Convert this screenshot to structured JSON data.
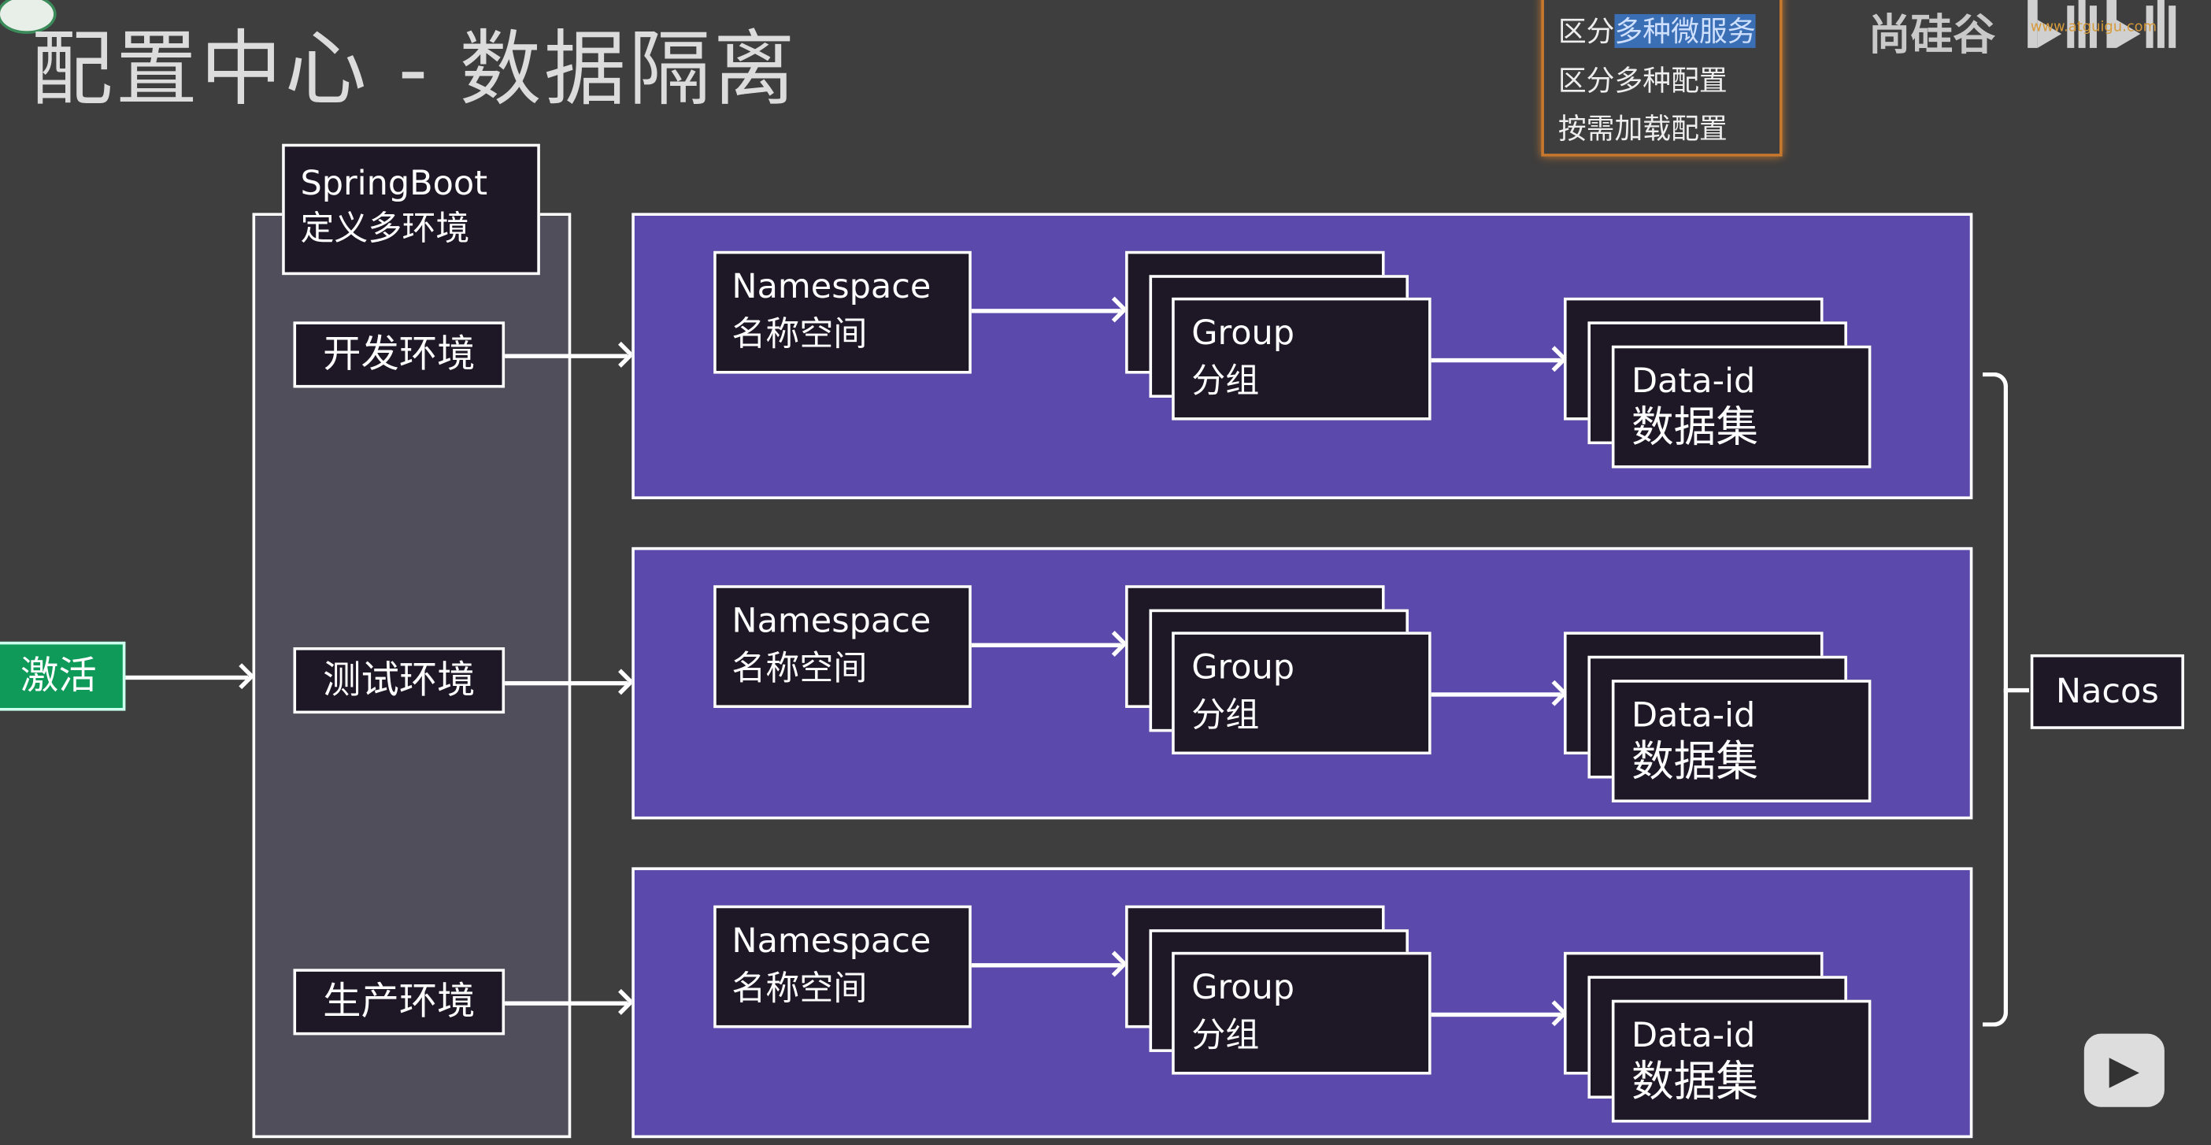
{
  "title": "配置中心 - 数据隔离",
  "notes": {
    "line1_prefix": "区分",
    "line1_highlight": "多种微服务",
    "line2": "区分多种配置",
    "line3": "按需加载配置"
  },
  "brand": {
    "name": "尚硅谷",
    "url": "www.atguigu.com",
    "platform": "bilibili"
  },
  "springboot_label": {
    "line1": "SpringBoot",
    "line2": "定义多环境"
  },
  "activate_label": "激活",
  "environments": [
    {
      "label": "开发环境"
    },
    {
      "label": "测试环境"
    },
    {
      "label": "生产环境"
    }
  ],
  "panel": {
    "namespace_en": "Namespace",
    "namespace_zh": "名称空间",
    "group_en": "Group",
    "group_zh": "分组",
    "dataid_en": "Data-id",
    "dataid_zh": "数据集"
  },
  "nacos_label": "Nacos",
  "colors": {
    "panel": "#5b4aab",
    "activate": "#0f9a5a",
    "notes_border": "#c8782c",
    "highlight": "#3a6eb5"
  }
}
